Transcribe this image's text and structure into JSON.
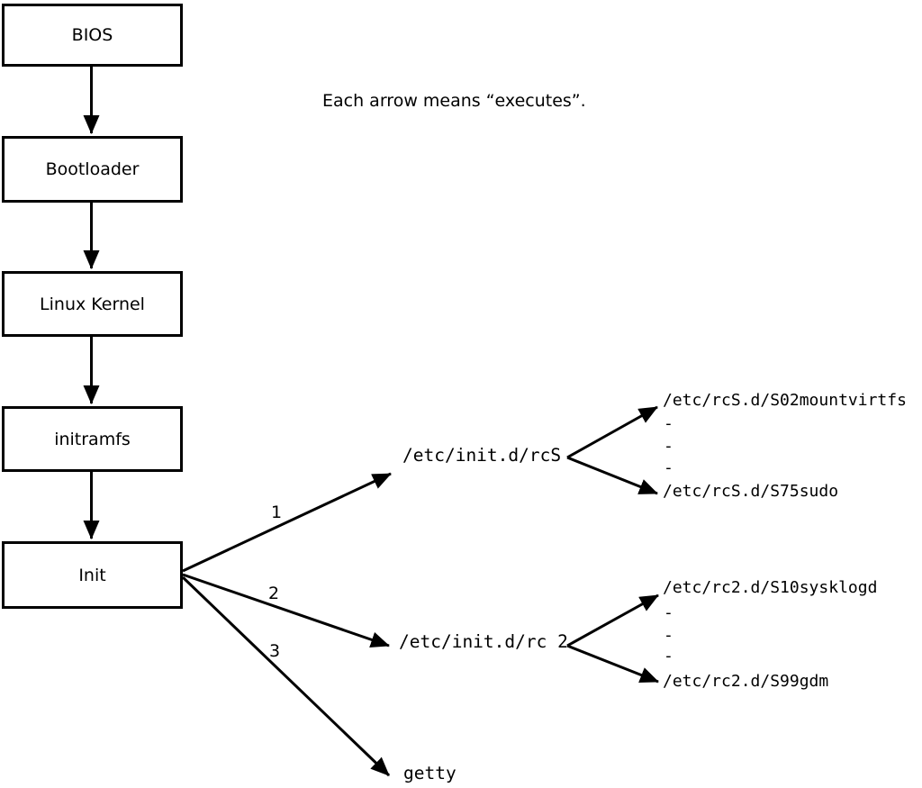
{
  "page": {
    "background_color": "#ffffff",
    "ink_color": "#000000"
  },
  "legend": {
    "note": "Each arrow means “executes”."
  },
  "boot_sequence": [
    {
      "label": "BIOS"
    },
    {
      "label": "Bootloader"
    },
    {
      "label": "Linux Kernel"
    },
    {
      "label": "initramfs"
    },
    {
      "label": "Init"
    }
  ],
  "init_branches": [
    {
      "number": "1",
      "target": "/etc/init.d/rcS"
    },
    {
      "number": "2",
      "target": "/etc/init.d/rc 2"
    },
    {
      "number": "3",
      "target": "getty"
    }
  ],
  "rcS_scripts": {
    "first": "/etc/rcS.d/S02mountvirtfs",
    "dashes": [
      "-",
      "-",
      "-"
    ],
    "last": "/etc/rcS.d/S75sudo"
  },
  "rc2_scripts": {
    "first": "/etc/rc2.d/S10sysklogd",
    "dashes": [
      "-",
      "-",
      "-"
    ],
    "last": "/etc/rc2.d/S99gdm"
  }
}
